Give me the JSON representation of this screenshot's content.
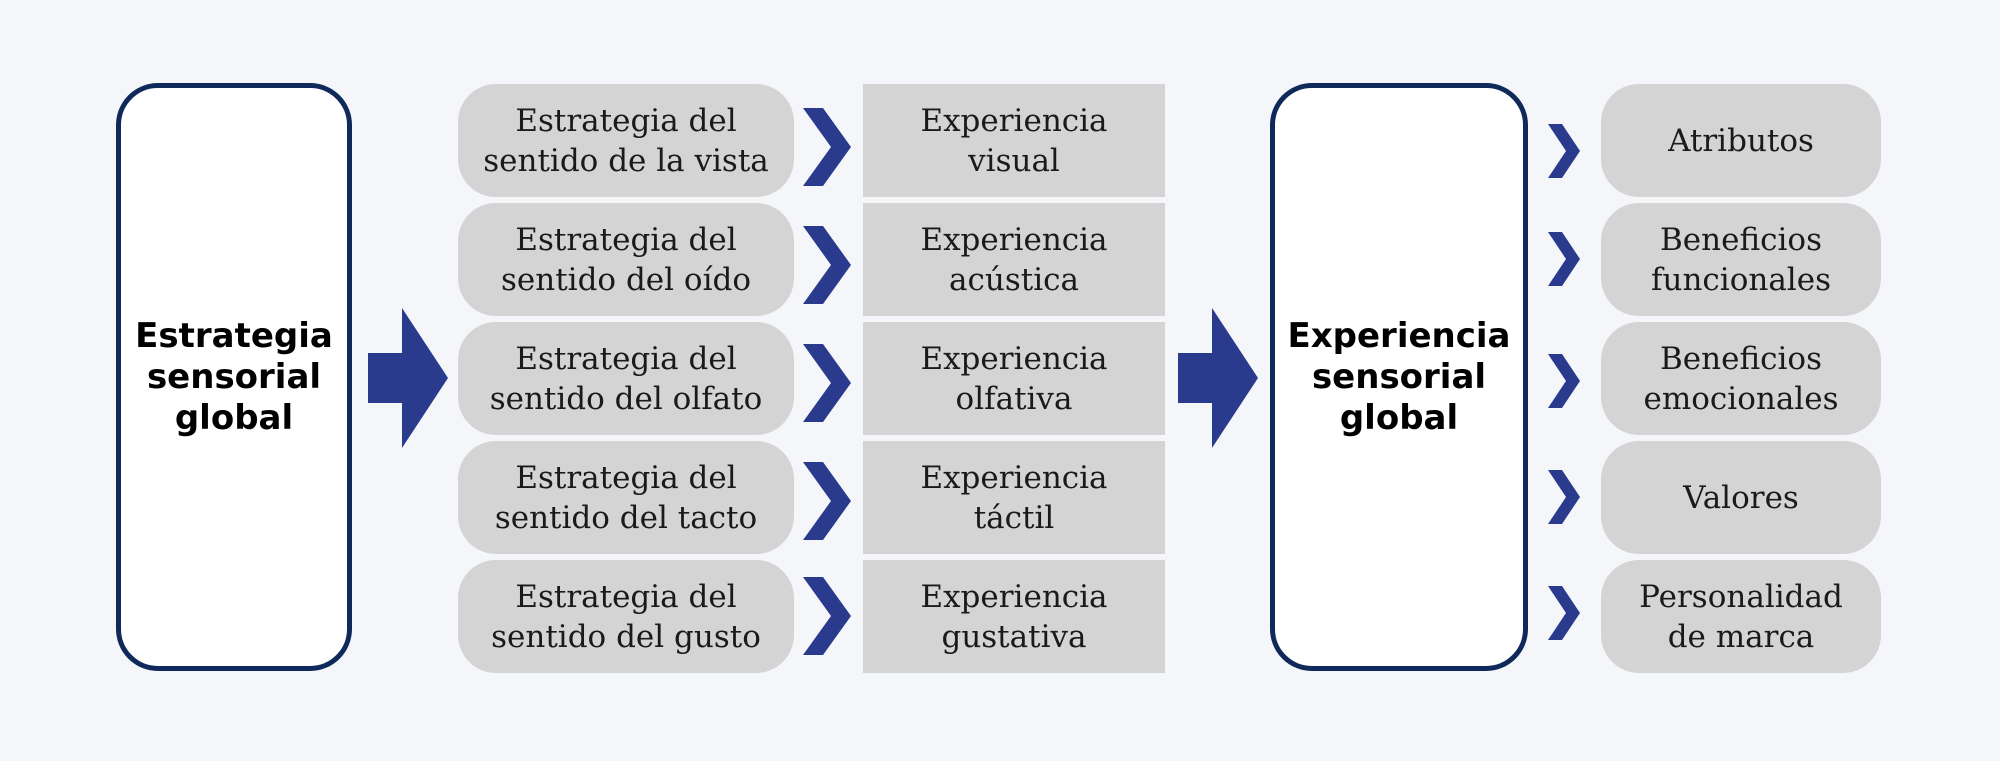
{
  "diagram": {
    "left_box": {
      "label": "Estrategia\nsensorial\nglobal"
    },
    "right_box": {
      "label": "Experiencia\nsensorial\nglobal"
    },
    "strategies": [
      "Estrategia del\nsentido de la vista",
      "Estrategia del\nsentido del oído",
      "Estrategia del\nsentido del olfato",
      "Estrategia del\nsentido del tacto",
      "Estrategia del\nsentido del gusto"
    ],
    "experiences": [
      "Experiencia\nvisual",
      "Experiencia\nacústica",
      "Experiencia\nolfativa",
      "Experiencia\ntáctil",
      "Experiencia\ngustativa"
    ],
    "outcomes": [
      "Atributos",
      "Beneficios\nfuncionales",
      "Beneficios\nemocionales",
      "Valores",
      "Personalidad\nde marca"
    ],
    "colors": {
      "accent": "#2a3a8c",
      "box_border": "#0f2a5a",
      "fill_gray": "#d4d4d4",
      "background": "#f5f6f9"
    }
  }
}
